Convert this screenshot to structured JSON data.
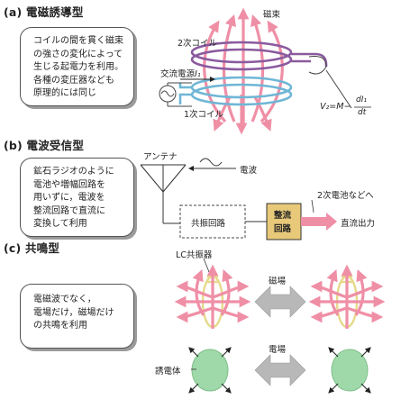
{
  "sections": {
    "a": {
      "title": "(a) 電磁誘導型",
      "box_lines": [
        "コイルの間を貫く磁束",
        "の強さの変化によって",
        "生じる起電力を利用。",
        "各種の変圧器なども",
        "原理的には同じ"
      ],
      "label_flux": "磁束",
      "label_coil2": "2次コイル",
      "label_source": "交流電源",
      "label_i1": "I₁",
      "label_coil1": "1次コイル",
      "formula_lhs": "V₂=M−",
      "formula_num": "dI₁",
      "formula_den": "dt"
    },
    "b": {
      "title": "(b) 電波受信型",
      "box_lines": [
        "鉱石ラジオのように",
        "電池や増幅回路を",
        "用いずに，電波を",
        "整流回路で直流に",
        "変換して利用"
      ],
      "label_antenna": "アンテナ",
      "label_wave": "電波",
      "label_resonant": "共振回路",
      "label_rectifier_1": "整流",
      "label_rectifier_2": "回路",
      "label_to_battery": "2次電池などへ",
      "label_dc_out": "直流出力"
    },
    "c": {
      "title": "(c) 共鳴型",
      "box_lines": [
        "電磁波でなく，",
        "電場だけ，磁場だけ",
        "の共鳴を利用"
      ],
      "label_lc": "LC共振器",
      "label_magnetic": "磁場",
      "label_electric": "電場",
      "label_dielectric": "誘電体"
    }
  },
  "colors": {
    "pink_arrow": "#ef8fa6",
    "purple_coil": "#8a5a9e",
    "blue_coil": "#6fb6d6",
    "gray_arrow": "#b8b8b8",
    "rectifier_fill": "#e8c97a",
    "dielectric_fill": "#9fd9a9",
    "lc_yellow": "#e6d98a"
  }
}
